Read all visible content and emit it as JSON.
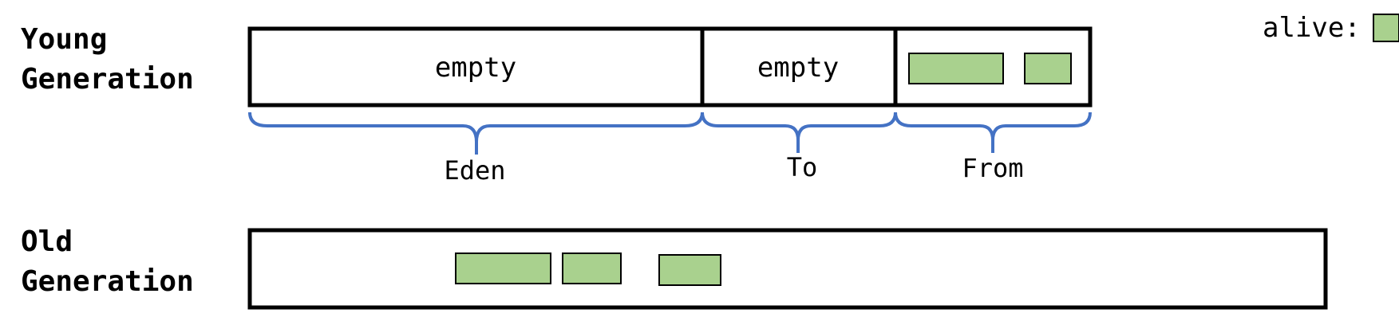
{
  "legend": {
    "label": "alive:",
    "color": "#a9d18e"
  },
  "young_generation": {
    "title_line1": "Young",
    "title_line2": "Generation",
    "eden": {
      "content": "empty",
      "label": "Eden",
      "alive_objects": 0
    },
    "to": {
      "content": "empty",
      "label": "To",
      "alive_objects": 0
    },
    "from": {
      "content": "",
      "label": "From",
      "alive_objects": 2
    }
  },
  "old_generation": {
    "title_line1": "Old",
    "title_line2": "Generation",
    "alive_objects": 3
  },
  "colors": {
    "border": "#000000",
    "alive_fill": "#a9d18e",
    "brace": "#4472c4"
  }
}
